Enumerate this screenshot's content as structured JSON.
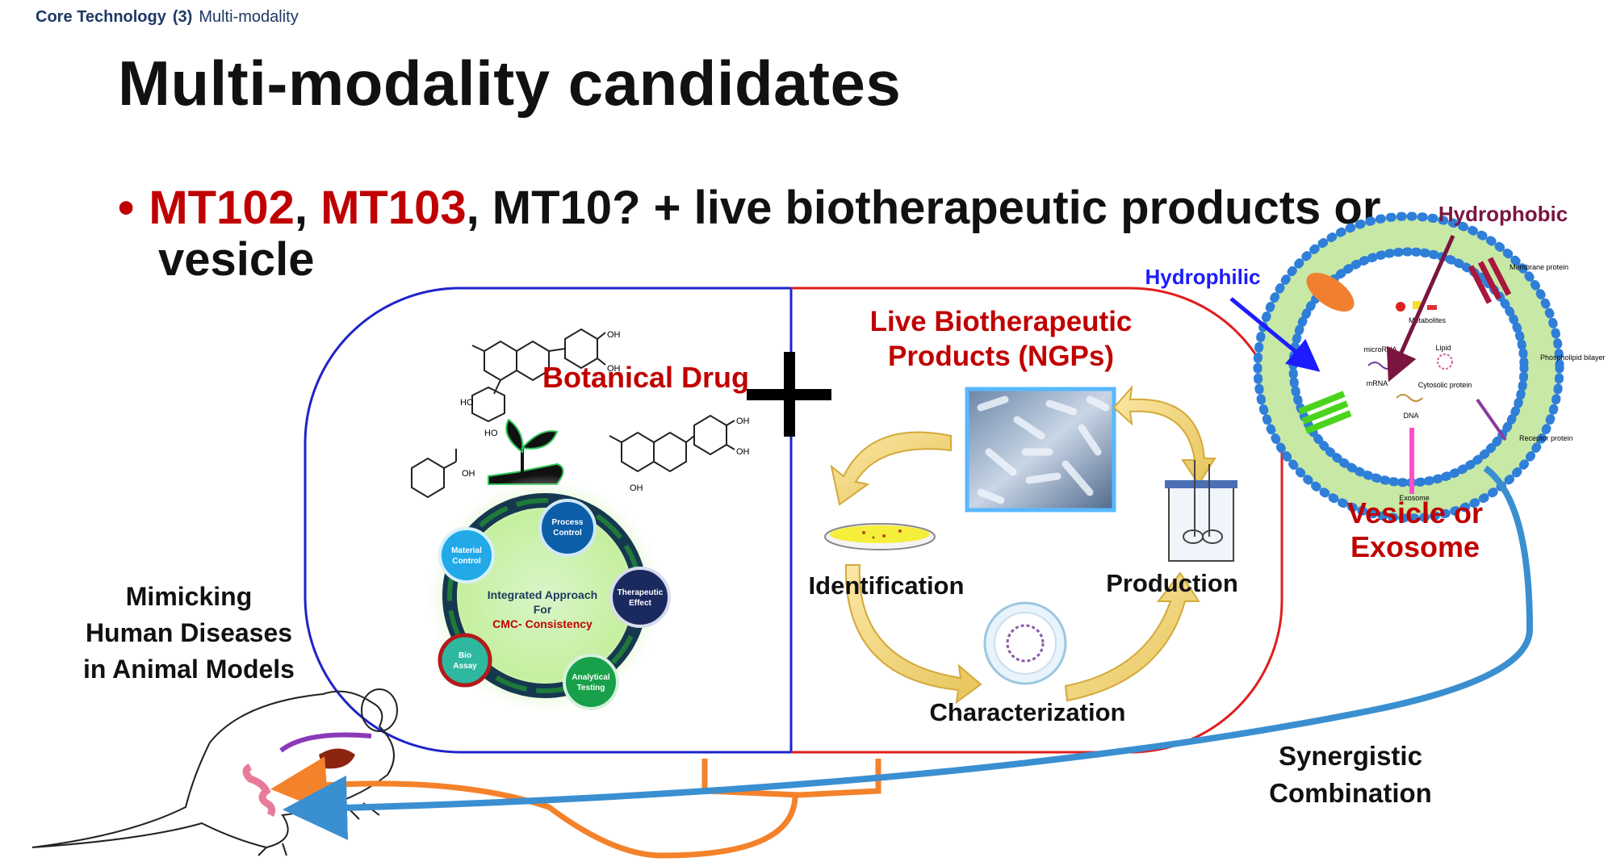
{
  "header": {
    "section": "Core Technology",
    "section_number": "(3)",
    "topic": "Multi-modality"
  },
  "title": "Multi-modality candidates",
  "bullet": {
    "part1": "MT102",
    "sep1": ", ",
    "part2": "MT103",
    "rest_line1": ", MT10? + live biotherapeutic products or",
    "line2": "vesicle"
  },
  "left_panel": {
    "label": "Botanical Drug",
    "oh": "OH",
    "ho": "HO",
    "cycle_center": [
      "Integrated Approach",
      "For",
      "CMC- Consistency"
    ],
    "nodes": {
      "process": "Process Control",
      "therapeutic": "Therapeutic Effect",
      "analytical": "Analytical Testing",
      "bio": "Bio Assay",
      "material": "Material Control"
    }
  },
  "plus": "+",
  "right_panel": {
    "label_line1": "Live Biotherapeutic",
    "label_line2": "Products (NGPs)",
    "steps": {
      "identification": "Identification",
      "production": "Production",
      "characterization": "Characterization"
    }
  },
  "vesicle": {
    "hydrophobic": "Hydrophobic",
    "hydrophilic": "Hydrophilic",
    "membrane_protein": "Membrane protein",
    "metabolites": "Metabolites",
    "lipid": "Lipid",
    "microrna": "microRNA",
    "mrna": "mRNA",
    "cytosolic_protein": "Cytosolic protein",
    "dna": "DNA",
    "phospholipid": "Phospholipid bilayer",
    "receptor": "Receptor protein",
    "exosome_small": "Exosome",
    "label_line1": "Vesicle or",
    "label_line2": "Exosome"
  },
  "animal": {
    "line1": "Mimicking",
    "line2": "Human Diseases",
    "line3": "in Animal Models"
  },
  "synergy": {
    "line1": "Synergistic",
    "line2": "Combination"
  },
  "colors": {
    "red_text": "#c00000",
    "blue_border": "#1d24c9",
    "red_border": "#e01e1e",
    "orange_arrow": "#f4822a",
    "blue_arrow": "#3a8fd1",
    "hydrophilic": "#1c1cff",
    "hydrophobic": "#7a1540"
  }
}
